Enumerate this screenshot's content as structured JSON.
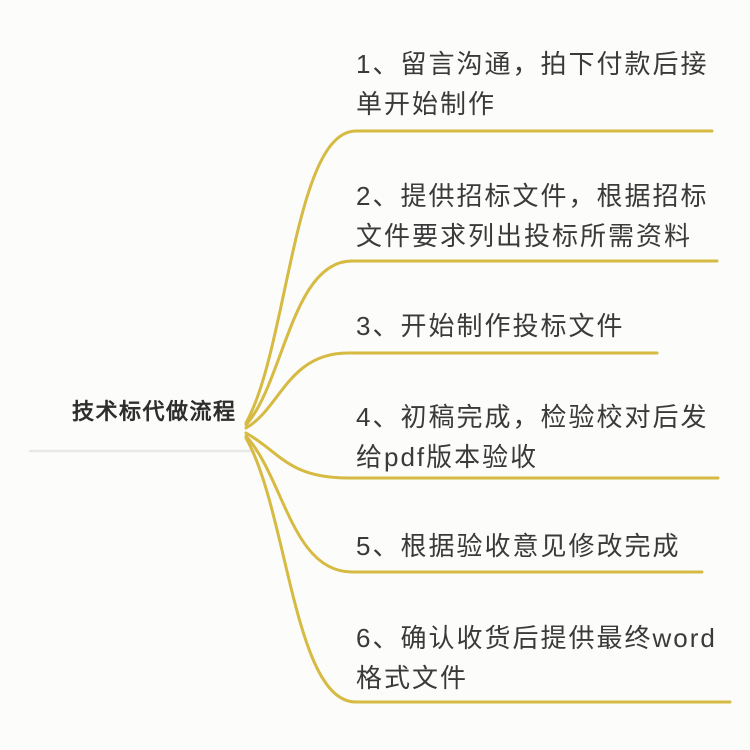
{
  "diagram": {
    "type": "mindmap",
    "central_topic": "技术标代做流程",
    "accent_color": "#d6ba42",
    "text_color": "#3a3a3a",
    "central_underline_color": "#e8e8e5",
    "background_color": "#fcfcfb",
    "branches": [
      {
        "index": 1,
        "text": "1、留言沟通，拍下付款后接单开始制作",
        "lines": [
          "1、留言沟通，拍下付款后接",
          "单开始制作"
        ]
      },
      {
        "index": 2,
        "text": "2、提供招标文件，根据招标文件要求列出投标所需资料",
        "lines": [
          "2、提供招标文件，根据招标",
          "文件要求列出投标所需资料"
        ]
      },
      {
        "index": 3,
        "text": "3、开始制作投标文件",
        "lines": [
          "3、开始制作投标文件"
        ]
      },
      {
        "index": 4,
        "text": "4、初稿完成，检验校对后发给pdf版本验收",
        "lines": [
          "4、初稿完成，检验校对后发",
          "给pdf版本验收"
        ]
      },
      {
        "index": 5,
        "text": "5、根据验收意见修改完成",
        "lines": [
          "5、根据验收意见修改完成"
        ]
      },
      {
        "index": 6,
        "text": "6、确认收货后提供最终word格式文件",
        "lines": [
          "6、确认收货后提供最终word",
          "格式文件"
        ]
      }
    ]
  }
}
